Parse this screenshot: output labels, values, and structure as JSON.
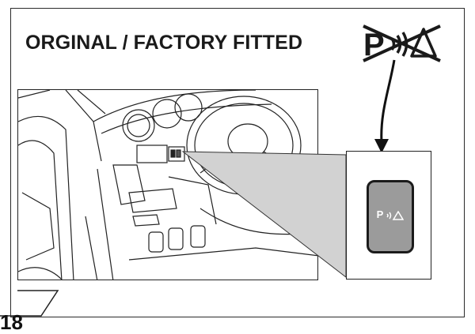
{
  "page": {
    "title": "ORGINAL / FACTORY FITTED",
    "page_number": "18"
  },
  "header_icon": {
    "name": "parking-sensor-icon",
    "letter": "P",
    "state": "crossed-out"
  },
  "switch": {
    "label": "P",
    "icon_name": "parking-sensor-icon",
    "color": "#9b9b9b"
  }
}
